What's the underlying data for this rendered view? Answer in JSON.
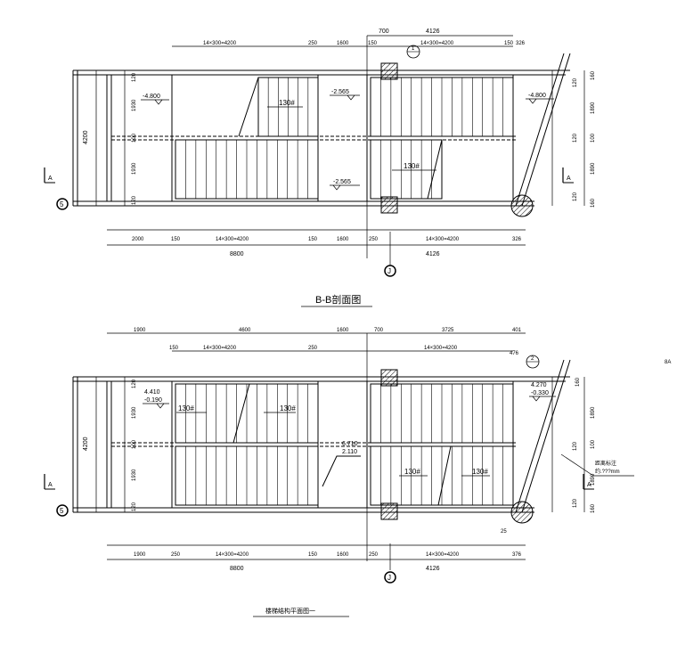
{
  "upper": {
    "title": "B-B剖面图",
    "dims_top": {
      "d700": "700",
      "d4126": "4126",
      "d1600": "1600",
      "flight": "14×300=4200",
      "d250": "250",
      "d150": "150",
      "d150b": "150",
      "d326": "326"
    },
    "dims_bottom": {
      "d2000": "2000",
      "d150": "150",
      "flight": "14×300=4200",
      "d150b": "150",
      "d1600": "1600",
      "d250": "250",
      "d326": "326",
      "total": "8800",
      "d4126": "4126"
    },
    "dims_left": {
      "d4200": "4200",
      "d120a": "120",
      "d1930a": "1930",
      "d100": "100",
      "d1930b": "1930",
      "d120b": "120"
    },
    "dims_right": {
      "d160a": "160",
      "d120a": "120",
      "d1890a": "1890",
      "d100": "100",
      "d120b": "120",
      "d1890b": "1890",
      "d120c": "120",
      "d160b": "160"
    },
    "levels": {
      "l1": "-4.800",
      "l2": "-2.565",
      "l3": "-4.800",
      "l4": "-2.565"
    },
    "slopes": {
      "s1": "130#",
      "s2": "130#"
    },
    "axis5": "5",
    "axisJ": "J",
    "axisCircle": "1",
    "sectionA": "A"
  },
  "lower": {
    "title": "楼梯结构平面图一",
    "dims_top": {
      "d1900": "1900",
      "d4600": "4600",
      "d1600": "1600",
      "d700": "700",
      "d3725": "3725",
      "d401": "401",
      "d150": "150",
      "flight": "14×300=4200",
      "d250": "250",
      "flight2": "14×300=4200",
      "d476": "476"
    },
    "dims_bottom": {
      "d1900": "1900",
      "d250": "250",
      "flight": "14×300=4200",
      "d150": "150",
      "d1600": "1600",
      "d250b": "250",
      "flight2": "14×300=4200",
      "total": "8800",
      "d4126": "4126",
      "d376": "376",
      "d25": "25"
    },
    "dims_left": {
      "d4200": "4200",
      "d120a": "120",
      "d1930a": "1930",
      "d100": "100",
      "d1930b": "1930",
      "d120b": "120"
    },
    "dims_right": {
      "d160a": "160",
      "d1890a": "1890",
      "d100": "100",
      "d120": "120",
      "d1890b": "1890",
      "d120b": "120",
      "d160b": "160"
    },
    "levels": {
      "l1a": "4.410",
      "l1b": "-0.190",
      "l2a": "4.270",
      "l2b": "-0.330",
      "l3a": "6.710",
      "l3b": "2.110"
    },
    "slopes": {
      "s1": "130#",
      "s2": "130#",
      "s3": "130#",
      "s4": "130#"
    },
    "note": "距离标注",
    "note2": "约.???mm",
    "axis5": "5",
    "axisJ": "J",
    "axisCircle": "2",
    "sectionA": "A"
  },
  "edge_label": "8A"
}
